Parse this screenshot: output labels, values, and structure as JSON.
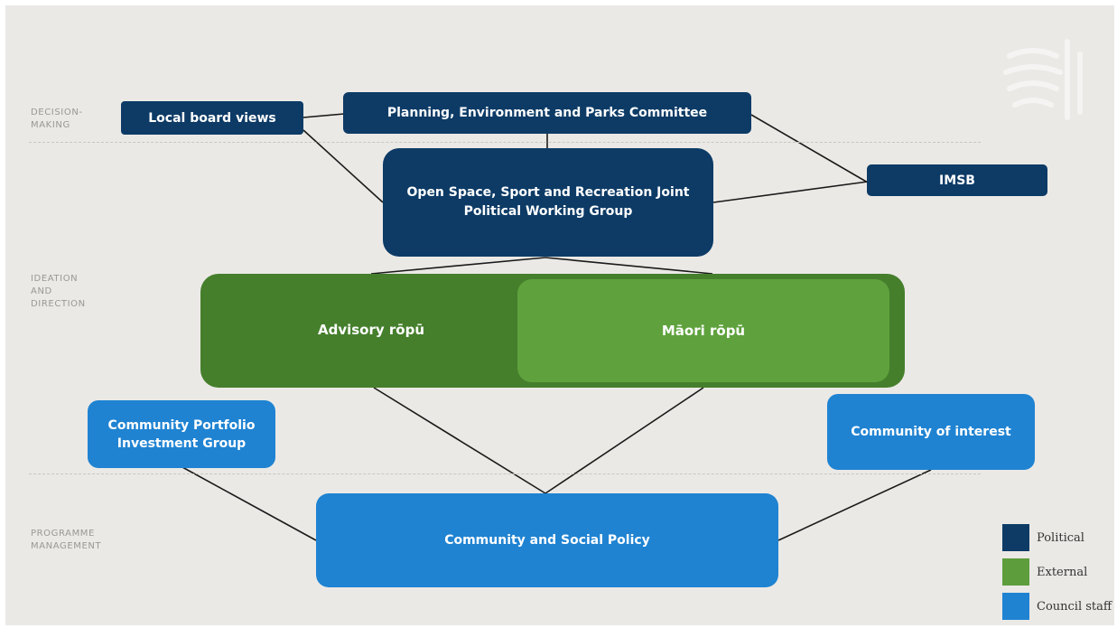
{
  "sections": {
    "decision_making": "DECISION-\nMAKING",
    "ideation": "IDEATION\nAND\nDIRECTION",
    "programme": "PROGRAMME\nMANAGEMENT"
  },
  "nodes": {
    "local_board": "Local board views",
    "planning_committee": "Planning, Environment and Parks Committee",
    "imsb": "IMSB",
    "working_group": "Open Space, Sport and Recreation Joint Political Working Group",
    "advisory_ropu": "Advisory rōpū",
    "maori_ropu": "Māori rōpū",
    "portfolio_group": "Community Portfolio Investment Group",
    "community_interest": "Community of interest",
    "social_policy": "Community and Social Policy"
  },
  "legend": [
    {
      "label": "Political",
      "color": "#0d3b66"
    },
    {
      "label": "External",
      "color": "#5d9d3c"
    },
    {
      "label": "Council staff",
      "color": "#1f83d2"
    }
  ],
  "colors": {
    "political": "#0d3b66",
    "external_dark": "#457f2c",
    "external_light": "#5fa23d",
    "council_staff": "#1f83d2",
    "background": "#ebe9e6",
    "connector": "#1a1a1a"
  }
}
